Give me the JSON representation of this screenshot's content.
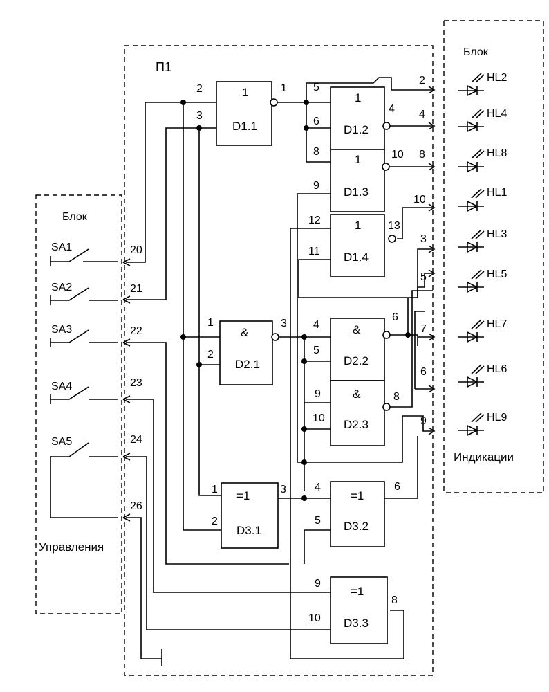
{
  "board": {
    "label": "П1"
  },
  "control_block": {
    "title_top": "Блок",
    "title_bottom": "Управления",
    "switches": [
      "SA1",
      "SA2",
      "SA3",
      "SA4",
      "SA5"
    ]
  },
  "indicator_block": {
    "title_top": "Блок",
    "title_bottom": "Индикации",
    "leds": [
      "HL2",
      "HL4",
      "HL8",
      "HL1",
      "HL3",
      "HL5",
      "HL7",
      "HL6",
      "HL9"
    ]
  },
  "left_pins": [
    "20",
    "21",
    "22",
    "23",
    "24",
    "26"
  ],
  "right_pins": [
    "2",
    "4",
    "8",
    "10",
    "3",
    "5",
    "7",
    "6",
    "9"
  ],
  "gates": [
    {
      "id": "d11",
      "symbol": "1",
      "name": "D1.1",
      "pins": [
        "2",
        "3",
        "1"
      ]
    },
    {
      "id": "d12",
      "symbol": "1",
      "name": "D1.2",
      "pins": [
        "5",
        "6",
        "4"
      ]
    },
    {
      "id": "d13",
      "symbol": "1",
      "name": "D1.3",
      "pins": [
        "8",
        "9",
        "10"
      ]
    },
    {
      "id": "d14",
      "symbol": "1",
      "name": "D1.4",
      "pins": [
        "12",
        "11",
        "13"
      ]
    },
    {
      "id": "d21",
      "symbol": "&",
      "name": "D2.1",
      "pins": [
        "1",
        "2",
        "3"
      ]
    },
    {
      "id": "d22",
      "symbol": "&",
      "name": "D2.2",
      "pins": [
        "4",
        "5",
        "6"
      ]
    },
    {
      "id": "d23",
      "symbol": "&",
      "name": "D2.3",
      "pins": [
        "9",
        "10",
        "8"
      ]
    },
    {
      "id": "d31",
      "symbol": "=1",
      "name": "D3.1",
      "pins": [
        "1",
        "2",
        "3"
      ]
    },
    {
      "id": "d32",
      "symbol": "=1",
      "name": "D3.2",
      "pins": [
        "4",
        "5",
        "6"
      ]
    },
    {
      "id": "d33",
      "symbol": "=1",
      "name": "D3.3",
      "pins": [
        "9",
        "10",
        "8"
      ]
    }
  ]
}
